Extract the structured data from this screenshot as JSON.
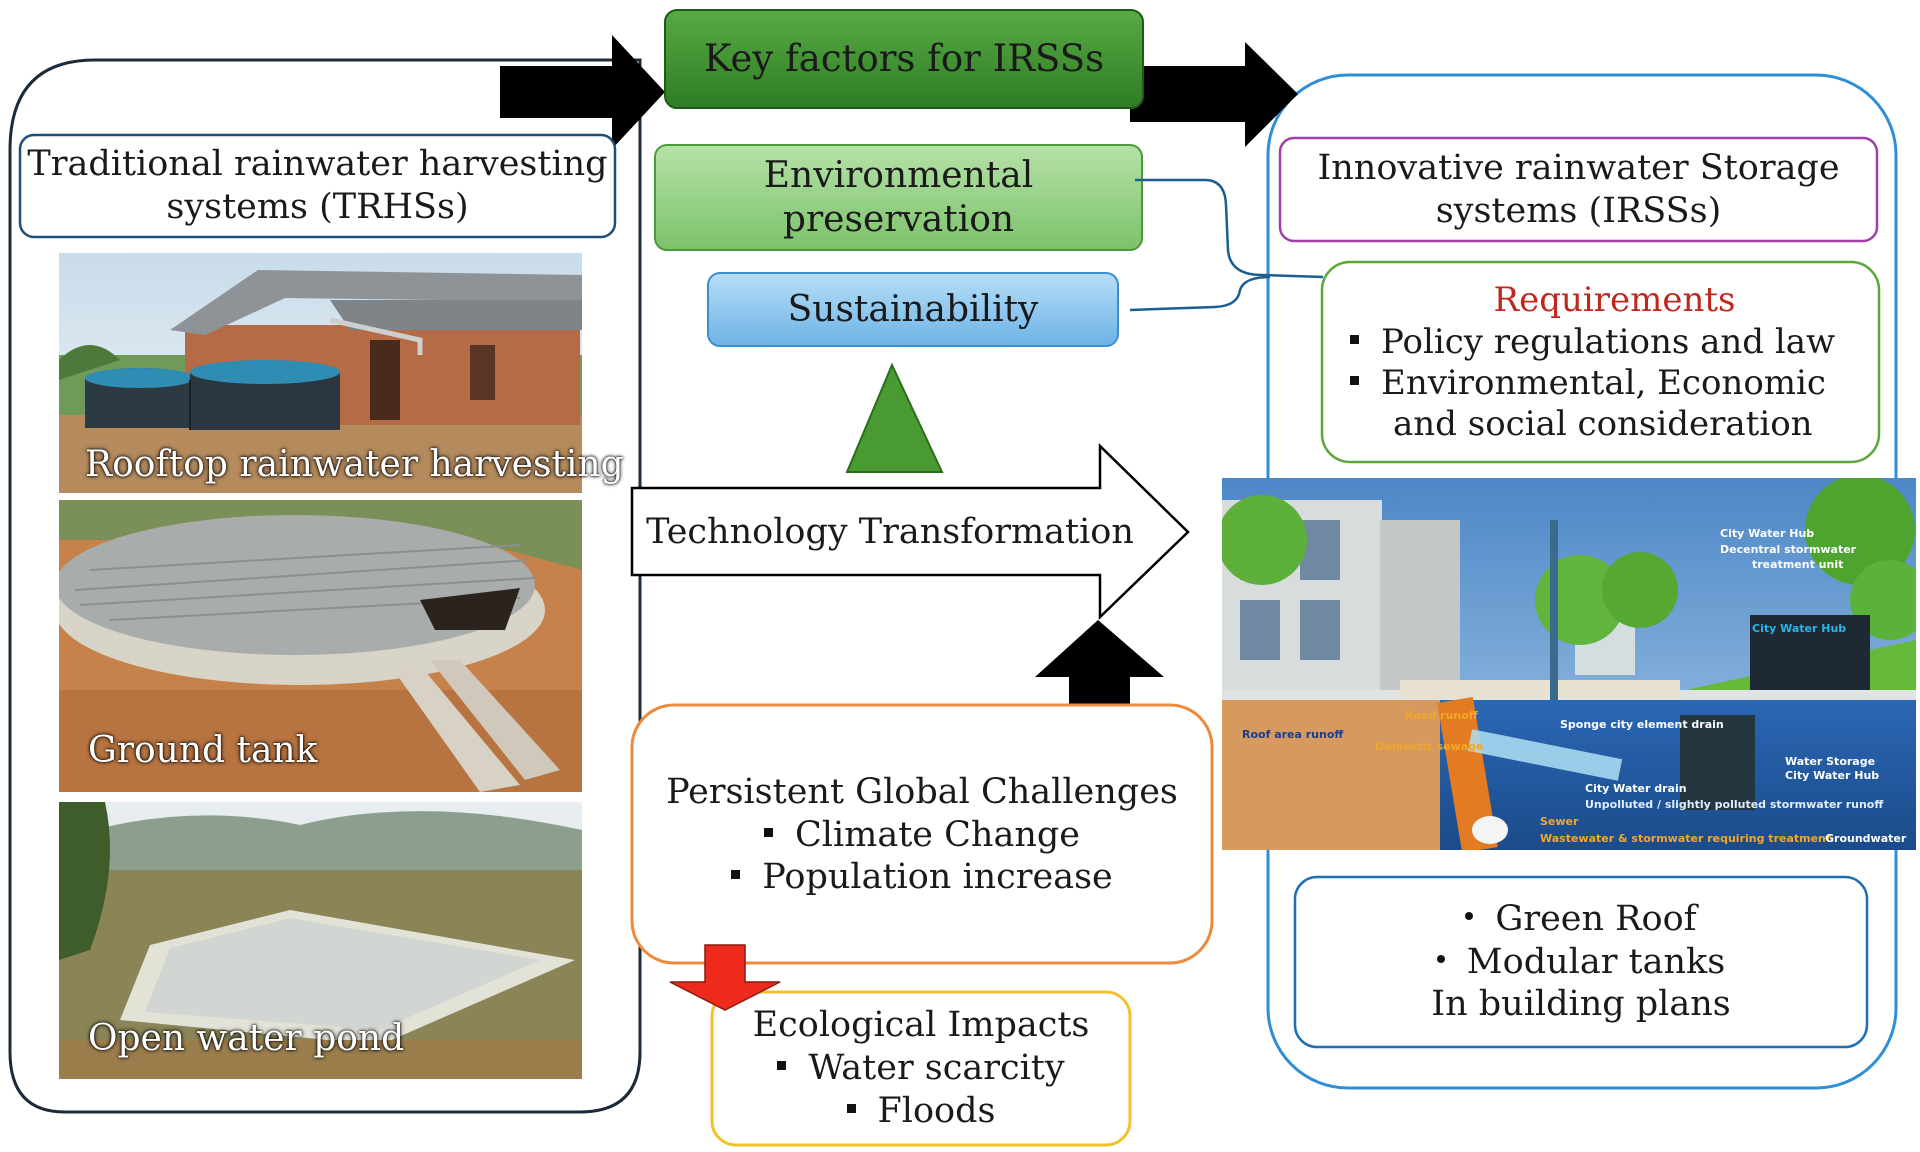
{
  "key_factors": {
    "title": "Key factors for IRSSs",
    "environmental_preservation": [
      "Environmental",
      "preservation"
    ],
    "sustainability": "Sustainability"
  },
  "trhs": {
    "title": [
      "Traditional rainwater harvesting",
      "systems (TRHSs)"
    ],
    "photos": [
      {
        "caption": "Rooftop rainwater harvesting"
      },
      {
        "caption": "Ground tank"
      },
      {
        "caption": "Open water pond"
      }
    ]
  },
  "irss": {
    "title": [
      "Innovative rainwater Storage",
      "systems (IRSSs)"
    ],
    "requirements_heading": "Requirements",
    "requirements": [
      "Policy regulations and law",
      "Environmental, Economic",
      "and social consideration"
    ],
    "outcomes": [
      "Green Roof",
      "Modular tanks",
      "In building plans"
    ],
    "illustration_labels": {
      "city_water_hub": "City Water Hub",
      "decentral": "Decentral stormwater",
      "treatment_unit": "treatment unit",
      "road_runoff": "Road runoff",
      "roof_area_runoff": "Roof area runoff",
      "domestic_sewage": "Domestic sewage",
      "sponge_city": "Sponge city element drain",
      "water_storage": "Water Storage",
      "city_water_hub_small": "City Water Hub",
      "city_water_drain": "City Water drain",
      "unpolluted": "Unpolluted / slightly polluted stormwater runoff",
      "sewer": "Sewer",
      "wastewater": "Wastewater & stormwater requiring treatment",
      "groundwater": "Groundwater",
      "hub_sign": "City Water Hub"
    }
  },
  "technology": "Technology Transformation",
  "challenges": {
    "title": "Persistent Global Challenges",
    "items": [
      "Climate Change",
      "Population increase"
    ]
  },
  "ecological": {
    "title": "Ecological Impacts",
    "items": [
      "Water scarcity",
      "Floods"
    ]
  },
  "colors": {
    "dark_green": "#3f8f2f",
    "light_green": "#8ccf7e",
    "blue_box": "#8ec8f0",
    "outline_dark": "#1c2b3a",
    "outline_blue": "#2e8fd6",
    "outline_purple": "#a23ea8",
    "outline_green": "#5aa83a",
    "outline_orange": "#ee8a3c",
    "outline_yellow": "#f2c12e",
    "requirements_red": "#c0271d",
    "arrow_red": "#ee2a1c"
  }
}
